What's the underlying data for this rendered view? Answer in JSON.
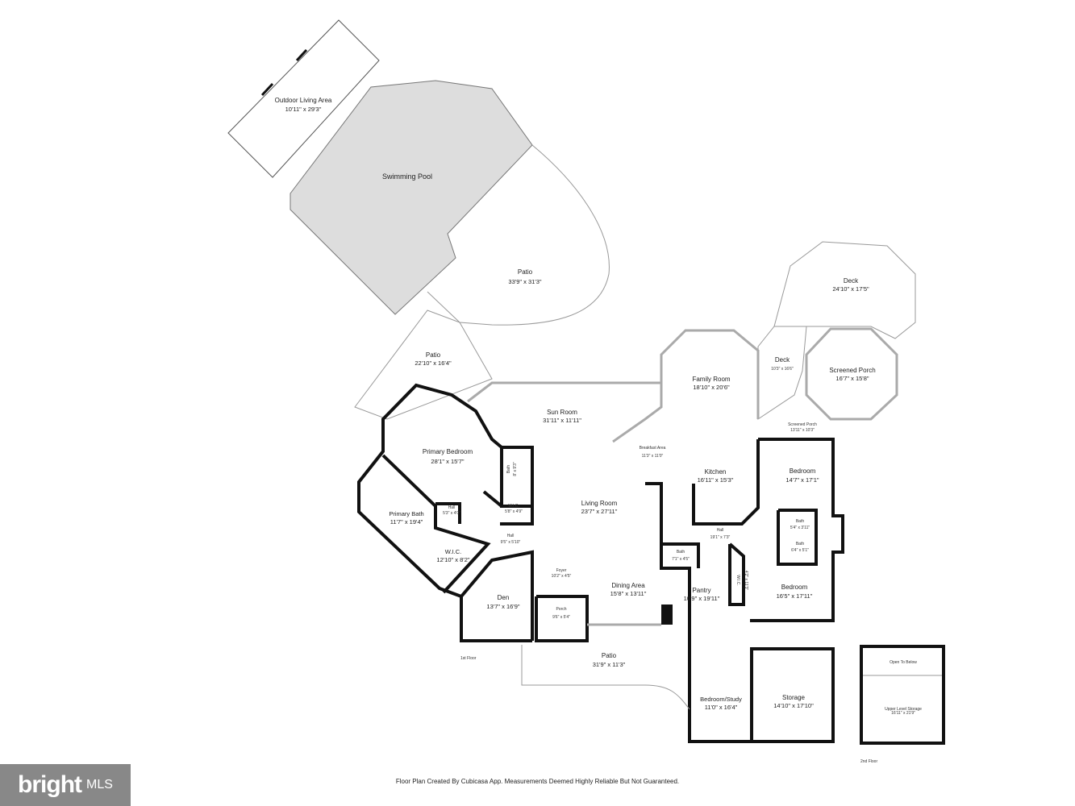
{
  "rooms": {
    "outdoor_living": {
      "name": "Outdoor Living Area",
      "dims": "10'11\" x 29'3\""
    },
    "pool": {
      "name": "Swimming Pool"
    },
    "patio_big": {
      "name": "Patio",
      "dims": "33'9\" x 31'3\""
    },
    "patio_left": {
      "name": "Patio",
      "dims": "22'10\" x 16'4\""
    },
    "deck_top": {
      "name": "Deck",
      "dims": "24'10\" x 17'5\""
    },
    "deck_small": {
      "name": "Deck",
      "dims": "10'3\" x 16'6\""
    },
    "screened_porch": {
      "name": "Screened Porch",
      "dims": "16'7\" x 15'8\""
    },
    "screened_porch_2": {
      "name": "Screened Porch",
      "dims": "13'11\" x 10'3\""
    },
    "family_room": {
      "name": "Family Room",
      "dims": "18'10\" x 20'6\""
    },
    "sun_room": {
      "name": "Sun Room",
      "dims": "31'11\" x 11'11\""
    },
    "breakfast": {
      "name": "Breakfast Area",
      "dims": "11'3\" x 11'0\""
    },
    "kitchen": {
      "name": "Kitchen",
      "dims": "16'11\" x 15'3\""
    },
    "bedroom_1": {
      "name": "Bedroom",
      "dims": "14'7\" x 17'1\""
    },
    "bedroom_2": {
      "name": "Bedroom",
      "dims": "16'5\" x 17'11\""
    },
    "bath_a": {
      "name": "Bath",
      "dims": "5'4\" x 3'11\""
    },
    "bath_b": {
      "name": "Bath",
      "dims": "6'4\" x 5'1\""
    },
    "hall_main": {
      "name": "Hall",
      "dims": "19'1\" x 7'3\""
    },
    "bath_c": {
      "name": "Bath",
      "dims": "7'1\" x 4'5\""
    },
    "pantry": {
      "name": "Pantry",
      "dims": "10'9\" x 19'11\""
    },
    "wic_pantry": {
      "name": "W.I.C.",
      "dims": "4'2\" x 11'3\""
    },
    "primary_bedroom": {
      "name": "Primary Bedroom",
      "dims": "28'1\" x 15'7\""
    },
    "primary_bath": {
      "name": "Primary Bath",
      "dims": "11'7\" x 19'4\""
    },
    "hall_small": {
      "name": "Hall",
      "dims": "5'3\" x 4'0\""
    },
    "wic_primary": {
      "name": "W.I.C.",
      "dims": "12'10\" x 8'2\""
    },
    "bath_d": {
      "name": "Bath",
      "dims": "8' x 9'3\""
    },
    "wic_small": {
      "name": "W.I.C.",
      "dims": "5'8\" x 4'9\""
    },
    "hall_b": {
      "name": "Hall",
      "dims": "9'5\" x 5'10\""
    },
    "living_room": {
      "name": "Living Room",
      "dims": "23'7\" x 27'11\""
    },
    "foyer": {
      "name": "Foyer",
      "dims": "10'2\" x 4'5\""
    },
    "porch": {
      "name": "Porch",
      "dims": "9'6\" x 5'4\""
    },
    "den": {
      "name": "Den",
      "dims": "13'7\" x 16'9\""
    },
    "dining": {
      "name": "Dining Area",
      "dims": "15'8\" x 13'11\""
    },
    "patio_front": {
      "name": "Patio",
      "dims": "31'9\" x 11'3\""
    },
    "bedroom_study": {
      "name": "Bedroom/Study",
      "dims": "11'0\" x 16'4\""
    },
    "storage": {
      "name": "Storage",
      "dims": "14'10\" x 17'10\""
    },
    "open_below": {
      "name": "Open To Below"
    },
    "upper_storage": {
      "name": "Upper Level Storage",
      "dims": "16'11\" x 21'9\""
    }
  },
  "floors": {
    "first": "1st Floor",
    "second": "2nd Floor"
  },
  "footer": "Floor Plan Created By Cubicasa App. Measurements Deemed Highly Reliable But Not Guaranteed.",
  "logo": {
    "brand": "bright",
    "suffix": "MLS",
    "color": "#888888"
  },
  "colors": {
    "wall": "#111111",
    "pool": "#dddddd"
  }
}
